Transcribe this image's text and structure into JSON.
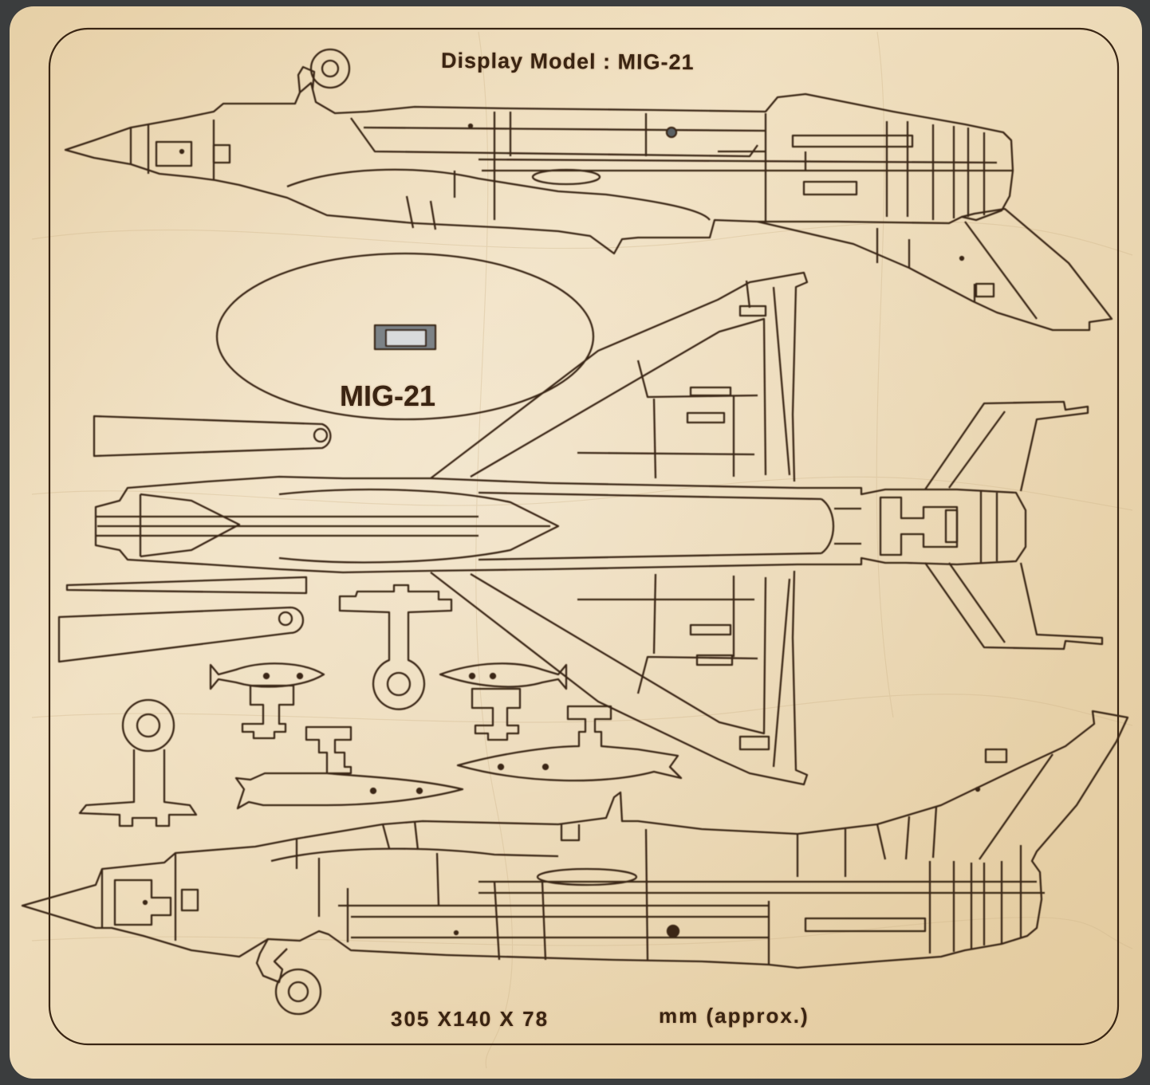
{
  "title": "Display Model : MIG-21",
  "stand_label": "MIG-21",
  "dimensions": "305 X140 X 78",
  "units_note": "mm (approx.)",
  "colors": {
    "wood": "#e8d3ad",
    "wood_light": "#f1e2c4",
    "burn_line": "#3a2614",
    "background": "#3b3d3e"
  }
}
